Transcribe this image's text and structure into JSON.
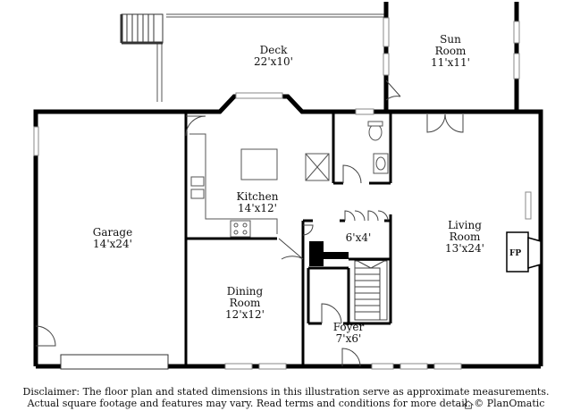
{
  "rooms": {
    "deck": {
      "name": "Deck",
      "dims": "22'x10'"
    },
    "sun_room": {
      "name_line1": "Sun",
      "name_line2": "Room",
      "dims": "11'x11'"
    },
    "kitchen": {
      "name": "Kitchen",
      "dims": "14'x12'"
    },
    "garage": {
      "name": "Garage",
      "dims": "14'x24'"
    },
    "living_room": {
      "name_line1": "Living",
      "name_line2": "Room",
      "dims": "13'x24'"
    },
    "closet": {
      "dims": "6'x4'"
    },
    "dining_room": {
      "name_line1": "Dining",
      "name_line2": "Room",
      "dims": "12'x12'"
    },
    "foyer": {
      "name": "Foyer",
      "dims": "7'x6'"
    }
  },
  "fireplace_label": "FP",
  "disclaimer": {
    "line1": "Disclaimer: The floor plan and stated dimensions in this illustration serve as approximate measurements.",
    "line2": "Actual square footage and features may vary. Read terms and conditions for more detail. © PlanOmatic"
  },
  "colors": {
    "wall": "#000000",
    "line": "#444444",
    "window": "#9e9e9e",
    "background": "#ffffff"
  }
}
